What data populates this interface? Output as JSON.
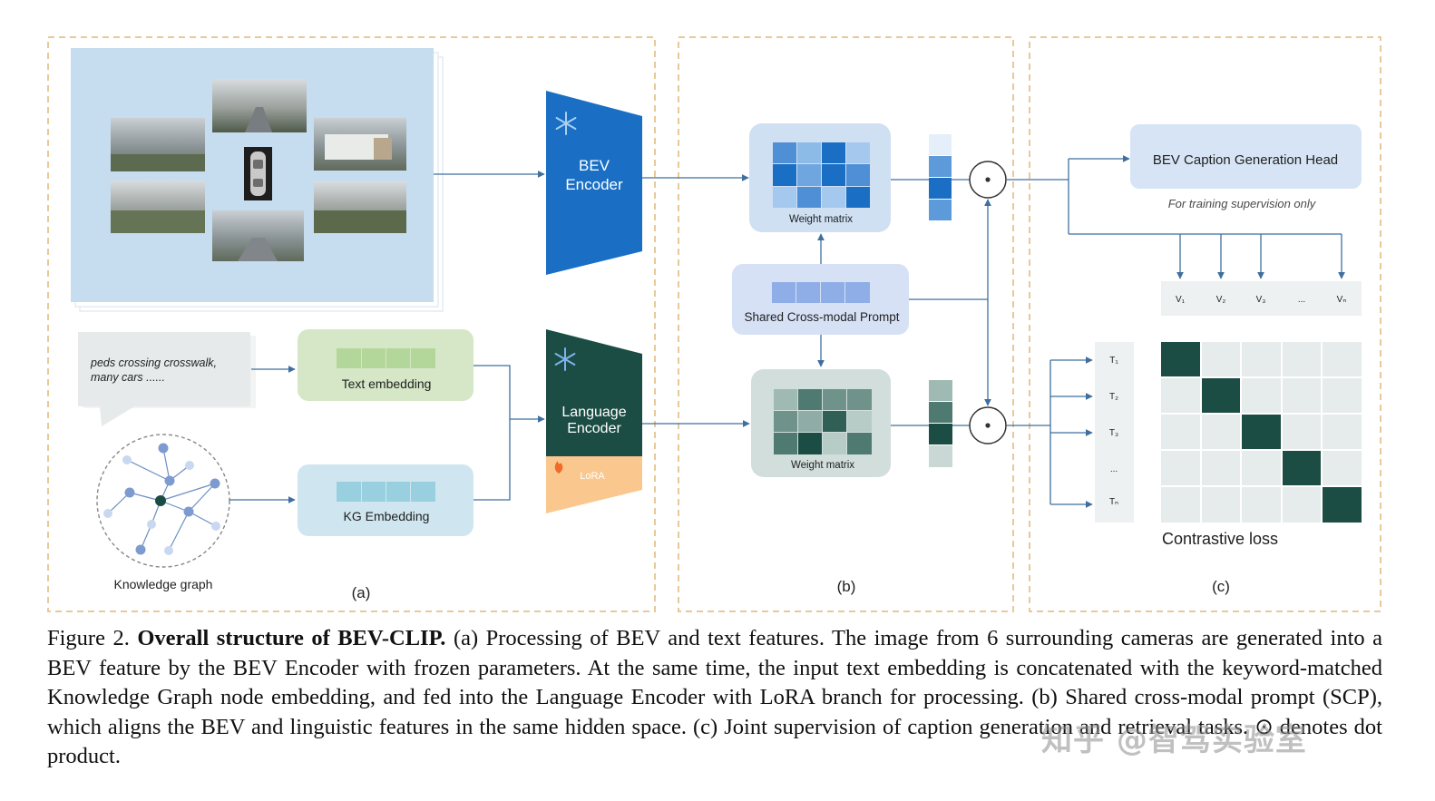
{
  "diagram": {
    "panel_a": {
      "label": "(a)",
      "bev_encoder_label": [
        "BEV",
        "Encoder"
      ],
      "language_encoder_label": [
        "Language",
        "Encoder"
      ],
      "lora_label": "LoRA",
      "text_query": [
        "peds crossing crosswalk,",
        "many cars ......"
      ],
      "text_embedding_label": "Text embedding",
      "kg_embedding_label": "KG Embedding",
      "knowledge_graph_label": "Knowledge graph"
    },
    "panel_b": {
      "label": "(b)",
      "weight_matrix_top_label": "Weight matrix",
      "weight_matrix_bottom_label": "Weight matrix",
      "shared_prompt_label": "Shared Cross-modal Prompt"
    },
    "panel_c": {
      "label": "(c)",
      "caption_head_label": "BEV Caption Generation Head",
      "caption_head_note": "For training supervision only",
      "v_labels": [
        "V₁",
        "V₂",
        "V₃",
        "...",
        "Vₙ"
      ],
      "t_labels": [
        "T₁",
        "T₂",
        "T₃",
        "...",
        "Tₙ"
      ],
      "contrastive_label": "Contrastive loss"
    },
    "colors": {
      "dash_border": "#e8c99a",
      "bev_blue": "#1a6fc4",
      "lang_green": "#1c4d44",
      "lora_orange": "#fac88f",
      "camera_panel": "#c6dcef",
      "arrow": "#3f6f9f"
    }
  },
  "caption": {
    "figure_number": "Figure 2.",
    "title": "Overall structure of BEV-CLIP.",
    "body": "(a) Processing of BEV and text features. The image from 6 surrounding cameras are generated into a BEV feature by the BEV Encoder with frozen parameters.  At the same time, the input text embedding is concatenated with the keyword-matched Knowledge Graph node embedding, and fed into the Language Encoder with LoRA branch for processing.  (b) Shared cross-modal prompt (SCP), which aligns the BEV and linguistic features in the same hidden space. (c) Joint supervision of caption generation and retrieval tasks. ⊙ denotes dot product."
  },
  "watermark": "知乎 @智驾实验室"
}
